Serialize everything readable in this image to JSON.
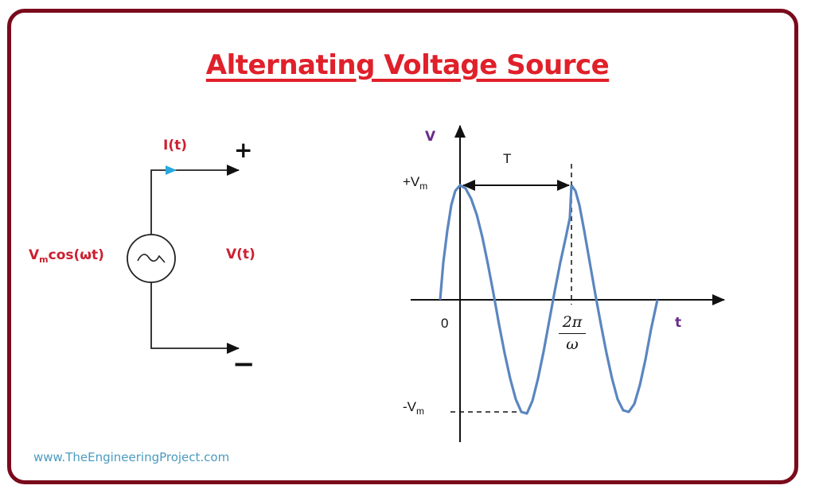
{
  "title": "Alternating Voltage Source",
  "circuit": {
    "current_label": "I(t)",
    "source_label_main": "V",
    "source_label_sub": "m",
    "source_label_rest": "cos(ωt)",
    "voltage_label": "V(t)",
    "plus_sign": "+",
    "minus_sign": "−"
  },
  "graph": {
    "y_axis_label": "V",
    "x_axis_label": "t",
    "period_label": "T",
    "pos_peak_main": "+V",
    "pos_peak_sub": "m",
    "neg_peak_main": "-V",
    "neg_peak_sub": "m",
    "origin_label": "0",
    "period_tick_numerator": "2π",
    "period_tick_denominator": "ω"
  },
  "footer": {
    "url": "www.TheEngineeringProject.com"
  },
  "colors": {
    "border": "#7a0a1c",
    "title": "#e0202a",
    "labels_red": "#cc2030",
    "axis_label_purple": "#6a2c8a",
    "wave": "#5b86c0",
    "current_arrow": "#29a8e0",
    "url": "#4a9bbf"
  },
  "chart_data": {
    "type": "line",
    "title": "Alternating Voltage Source",
    "xlabel": "t",
    "ylabel": "V",
    "function": "V(t) = Vm cos(ωt)",
    "x_ticks": [
      "0",
      "2π/ω"
    ],
    "y_ticks": [
      "+Vm",
      "-Vm"
    ],
    "annotations": [
      "T (period, from peak at t=0 to peak at t=2π/ω)"
    ],
    "series": [
      {
        "name": "V(t)",
        "x_in_periods": [
          -0.18,
          0,
          0.25,
          0.5,
          0.75,
          1.0,
          1.25,
          1.5,
          1.77
        ],
        "values_in_Vm": [
          0,
          1,
          0,
          -1,
          0,
          1,
          0,
          -1,
          0
        ]
      }
    ],
    "grid": false
  }
}
